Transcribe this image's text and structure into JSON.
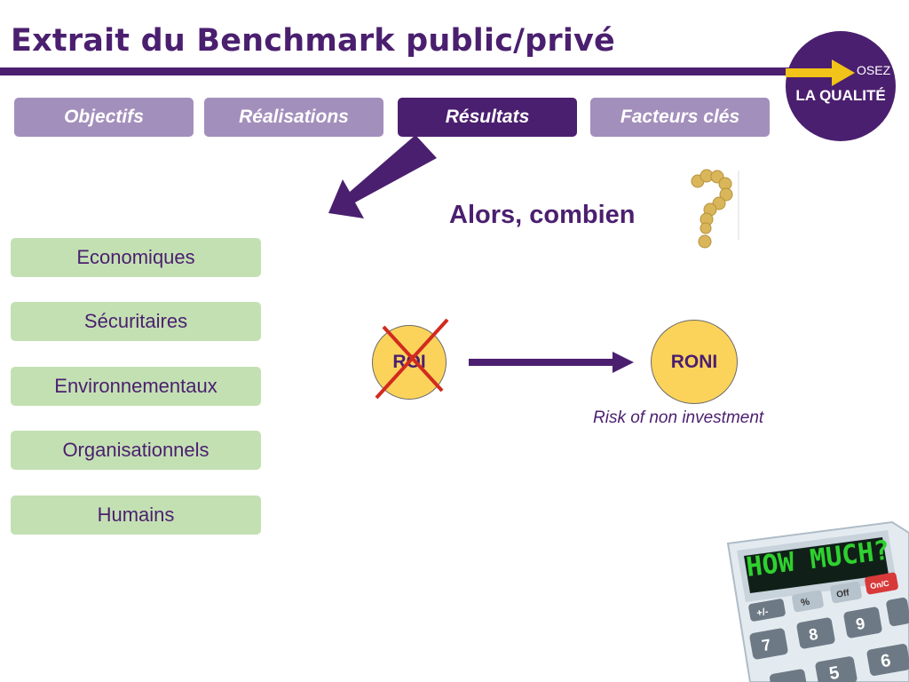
{
  "header": {
    "title": "Extrait du Benchmark public/privé"
  },
  "logo": {
    "osez": "OSEZ",
    "qualite": "LA QUALITÉ"
  },
  "tabs": [
    {
      "label": "Objectifs",
      "active": false
    },
    {
      "label": "Réalisations",
      "active": false
    },
    {
      "label": "Résultats",
      "active": true
    },
    {
      "label": "Facteurs clés",
      "active": false
    }
  ],
  "question": "Alors, combien",
  "categories": [
    "Economiques",
    "Sécuritaires",
    "Environnementaux",
    "Organisationnels",
    "Humains"
  ],
  "diagram": {
    "from_label": "ROI",
    "from_crossed": true,
    "to_label": "RONI",
    "to_caption": "Risk of non investment"
  },
  "calculator": {
    "display": "HOW MUCH?",
    "keys": [
      "+/-",
      "%",
      "Off",
      "On/C",
      "7",
      "8",
      "9",
      "5",
      "6"
    ]
  },
  "colors": {
    "purple": "#4b1f6f",
    "tab_inactive": "#a38fbc",
    "green_box": "#c3e0b3",
    "circle_fill": "#fcd35a",
    "cross_red": "#d22a1e"
  }
}
